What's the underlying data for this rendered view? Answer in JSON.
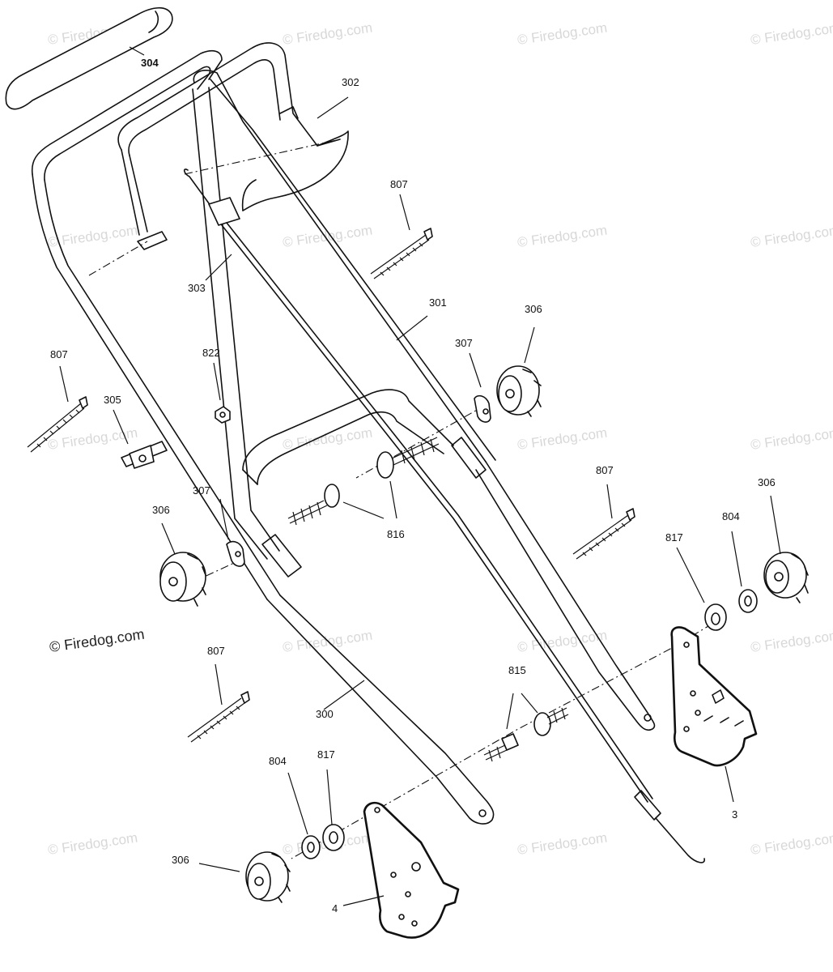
{
  "diagram": {
    "callouts": {
      "c304": "304",
      "c302": "302",
      "c807a": "807",
      "c303": "303",
      "c301": "301",
      "c306a": "306",
      "c307a": "307",
      "c807b": "807",
      "c822": "822",
      "c305": "305",
      "c816": "816",
      "c807c": "807",
      "c306b": "306",
      "c307b": "307",
      "c306c": "306",
      "c817a": "817",
      "c804a": "804",
      "c807d": "807",
      "c815": "815",
      "c300": "300",
      "c3": "3",
      "c804b": "804",
      "c817b": "817",
      "c306d": "306",
      "c4": "4"
    },
    "watermark": "© Firedog.com"
  }
}
